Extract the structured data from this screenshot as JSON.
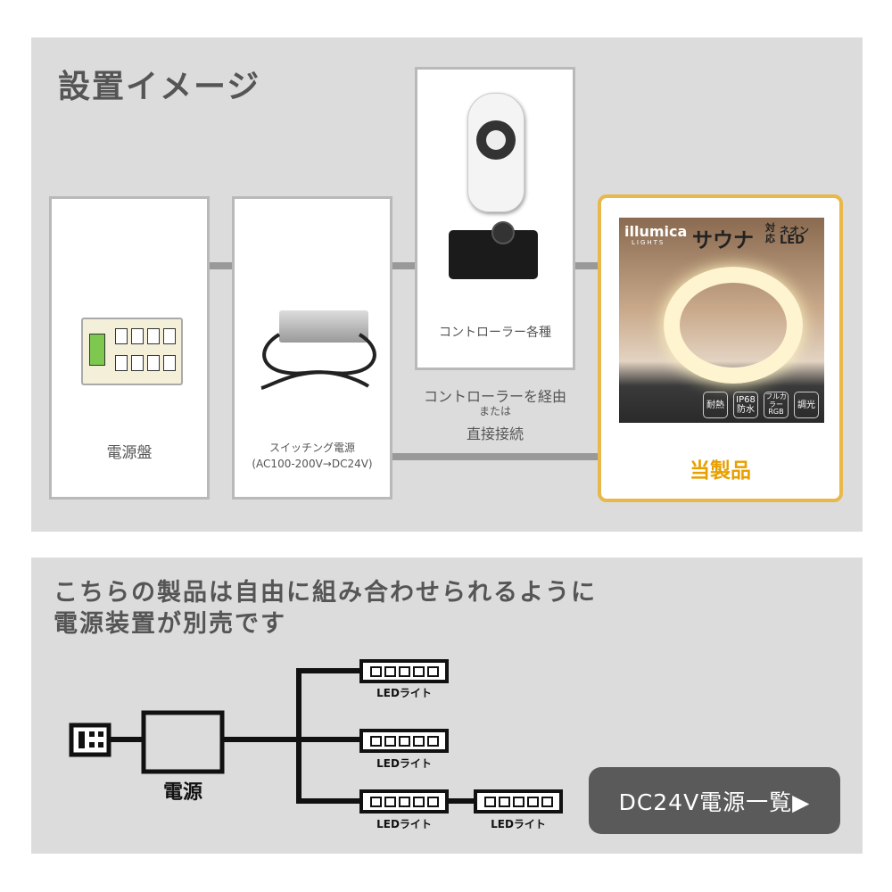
{
  "top": {
    "title": "設置イメージ",
    "cards": {
      "breaker": "電源盤",
      "psu_line1": "スイッチング電源",
      "psu_line2": "(AC100-200V→DC24V)",
      "controller": "コントローラー各種",
      "product": "当製品"
    },
    "via": {
      "line1": "コントローラーを経由",
      "line2": "または",
      "line3": "直接接続"
    },
    "product_image": {
      "brand": "illumica",
      "brand_sub": "LIGHTS",
      "name": "サウナ",
      "sub1": "対応",
      "sub2": "ネオン",
      "sub3": "LED",
      "badges": [
        "耐熱",
        "IP68 防水",
        "フルカラー RGB",
        "調光"
      ]
    }
  },
  "bottom": {
    "title_line1": "こちらの製品は自由に組み合わせられるように",
    "title_line2": "電源装置が別売です",
    "power_label": "電源",
    "led_label": "LEDライト",
    "button": "DC24V電源一覧▶"
  },
  "colors": {
    "accent": "#e8b84a",
    "product_text": "#e8a000",
    "button_bg": "#5a5a5a"
  }
}
